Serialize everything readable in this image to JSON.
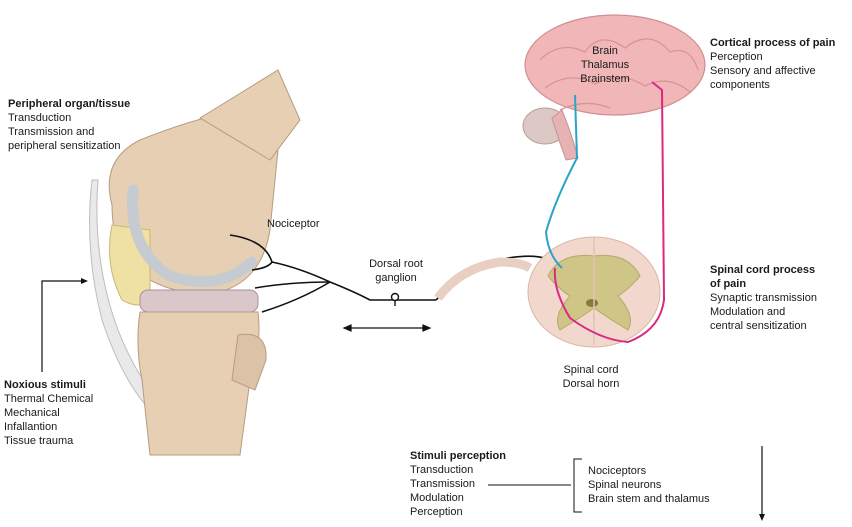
{
  "peripheral": {
    "title": "Peripheral organ/tissue",
    "lines": [
      "Transduction",
      "Transmission and",
      "peripheral sensitization"
    ]
  },
  "noxious": {
    "title": "Noxious stimuli",
    "lines": [
      "Thermal Chemical",
      "Mechanical",
      "Infallantion",
      "Tissue trauma"
    ]
  },
  "nociceptor": "Nociceptor",
  "drg": {
    "line1": "Dorsal root",
    "line2": "ganglion"
  },
  "brain_labels": {
    "line1": "Brain",
    "line2": "Thalamus",
    "line3": "Brainstem"
  },
  "cortical": {
    "title": "Cortical process of pain",
    "lines": [
      "Perception",
      "Sensory and affective",
      "components"
    ]
  },
  "spinal_process": {
    "title_line1": "Spinal cord process",
    "title_line2": "of pain",
    "lines": [
      "Synaptic transmission",
      "Modulation and",
      "central sensitization"
    ]
  },
  "spinal_cord": {
    "line1": "Spinal cord",
    "line2": "Dorsal horn"
  },
  "stimuli": {
    "title": "Stimuli perception",
    "lines": [
      "Transduction",
      "Transmission",
      "Modulation",
      "Perception"
    ]
  },
  "relay": {
    "lines": [
      "Nociceptors",
      "Spinal neurons",
      "Brain stem and thalamus"
    ]
  },
  "colors": {
    "ascending_path": "#2aa3c8",
    "descending_path": "#d92a82",
    "brain": "#f1b7b8",
    "bone": "#e3cbb0",
    "cartilage": "#c8ccd2",
    "fat": "#f0e2a4",
    "spinal_cord": "#f2d8cc",
    "gray_matter": "#cfc586"
  }
}
